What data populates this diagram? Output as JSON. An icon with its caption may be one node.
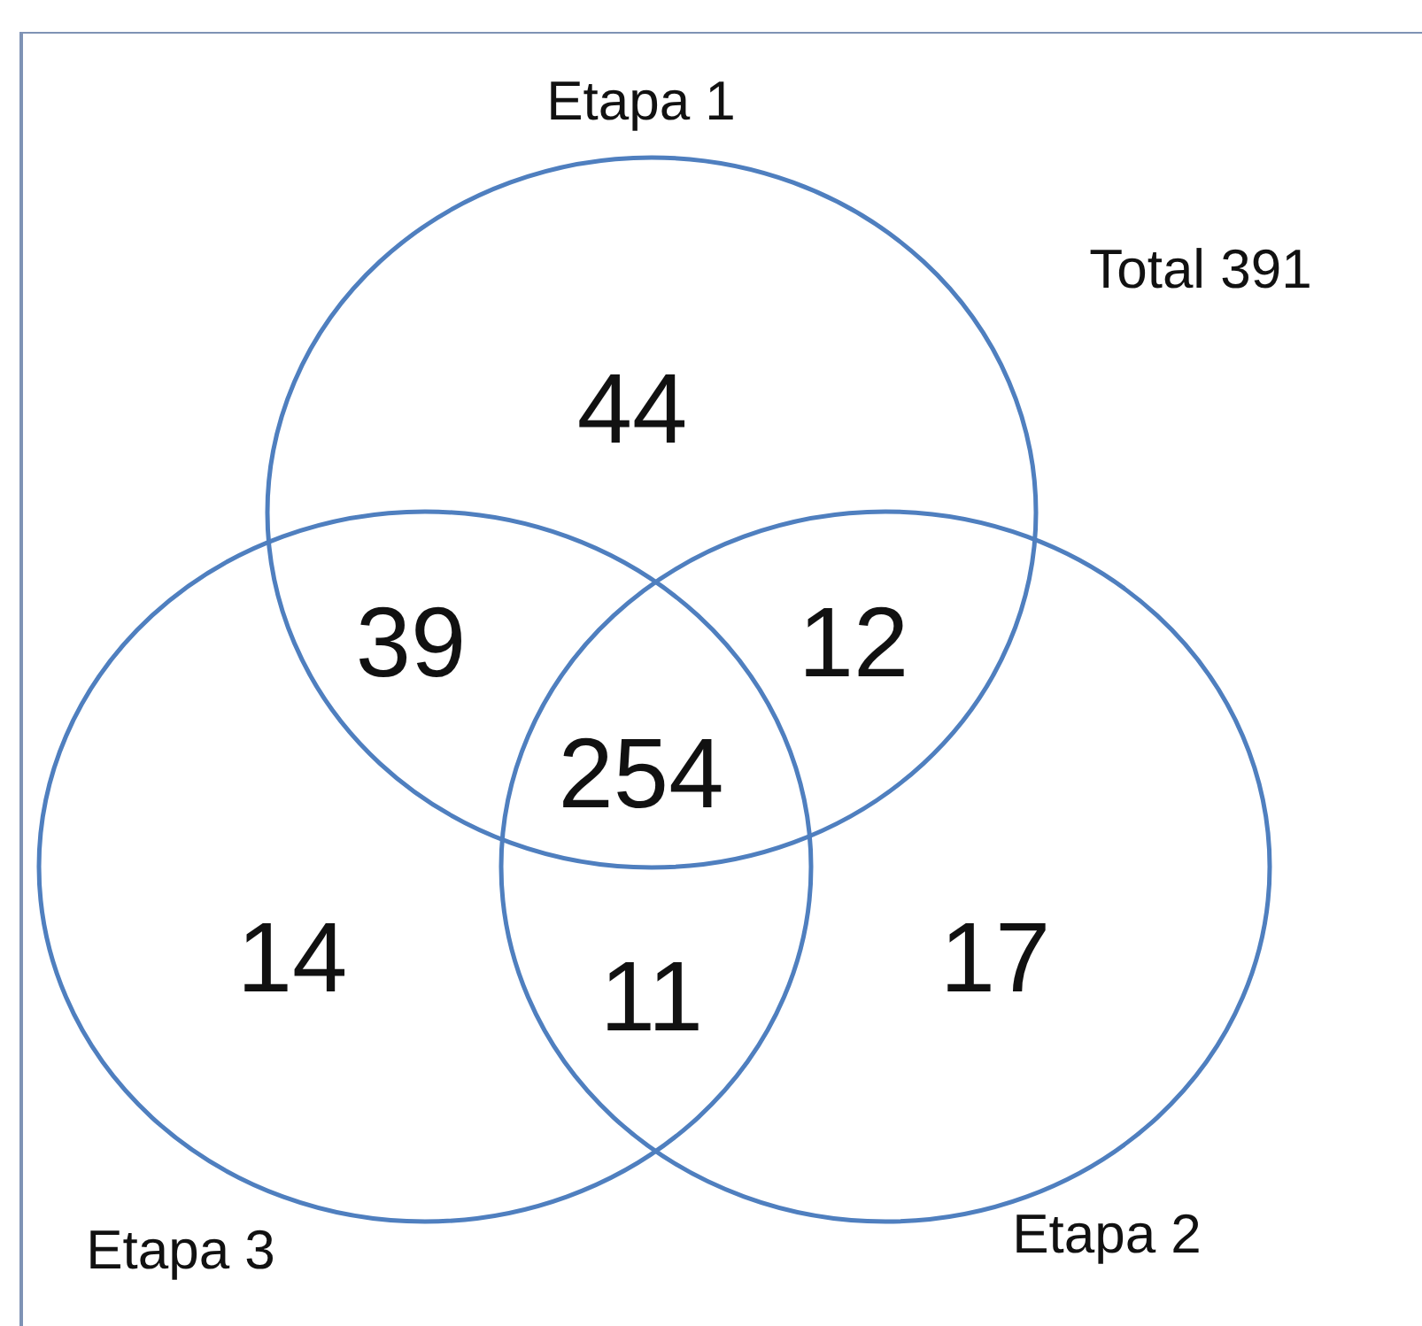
{
  "diagram": {
    "nodes": [
      {
        "text": [
          "Etapa 1"
        ]
      },
      {
        "text": [
          "Etapa 3"
        ]
      },
      {
        "text": [
          "Etapa 2"
        ]
      }
    ],
    "labels": [
      "Total 391",
      "44",
      "39",
      "12",
      "254",
      "14",
      "11",
      "17"
    ]
  }
}
